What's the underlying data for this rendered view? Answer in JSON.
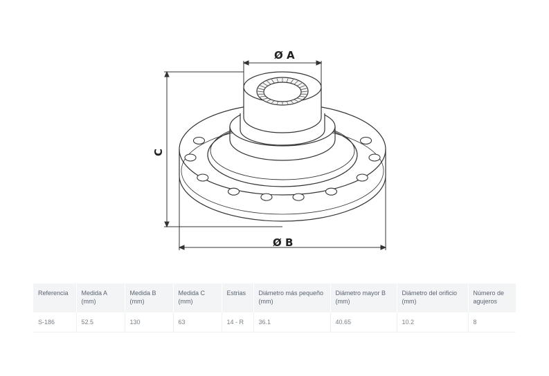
{
  "drawing": {
    "dim_a": "Ø A",
    "dim_b": "Ø B",
    "dim_c": "C"
  },
  "table": {
    "headers": [
      "Referencia",
      "Medida A (mm)",
      "Medida B (mm)",
      "Medida C (mm)",
      "Estrias",
      "Diámetro más pequeño (mm)",
      "Diámetro mayor B (mm)",
      "Diámetro del orificio (mm)",
      "Número de agujeros"
    ],
    "row": [
      "S-186",
      "52.5",
      "130",
      "63",
      "14 - R",
      "36.1",
      "40.65",
      "10.2",
      "8"
    ]
  }
}
